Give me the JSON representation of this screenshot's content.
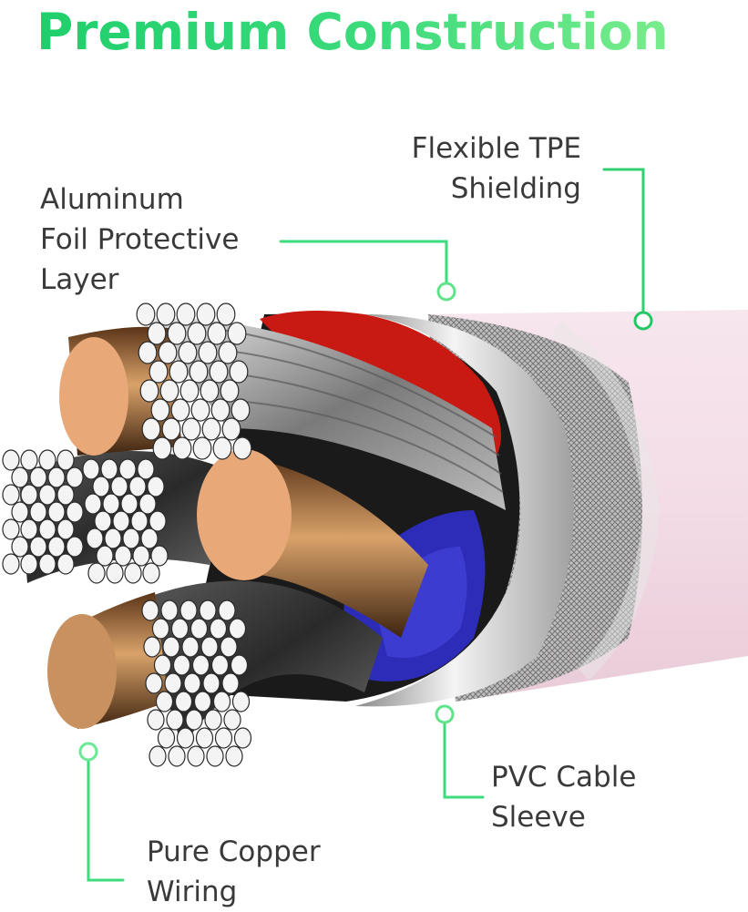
{
  "title": "Premium Construction",
  "colors": {
    "title_gradient_start": "#1fcf6c",
    "title_gradient_end": "#86f08f",
    "callout_line": "#3ddb7c",
    "label_text": "#3a3a3a",
    "copper": "#e8a878",
    "insulation_red": "#c81a12",
    "insulation_blue": "#2c2cb8",
    "shield_silver": "#c9c9c9",
    "jacket_pink": "#f3dde6"
  },
  "callouts": [
    {
      "id": "foil",
      "label": "Aluminum\nFoil Protective\nLayer"
    },
    {
      "id": "tpe",
      "label": "Flexible TPE\nShielding"
    },
    {
      "id": "pvc",
      "label": "PVC Cable\nSleeve"
    },
    {
      "id": "copper",
      "label": "Pure Copper\nWiring"
    }
  ]
}
